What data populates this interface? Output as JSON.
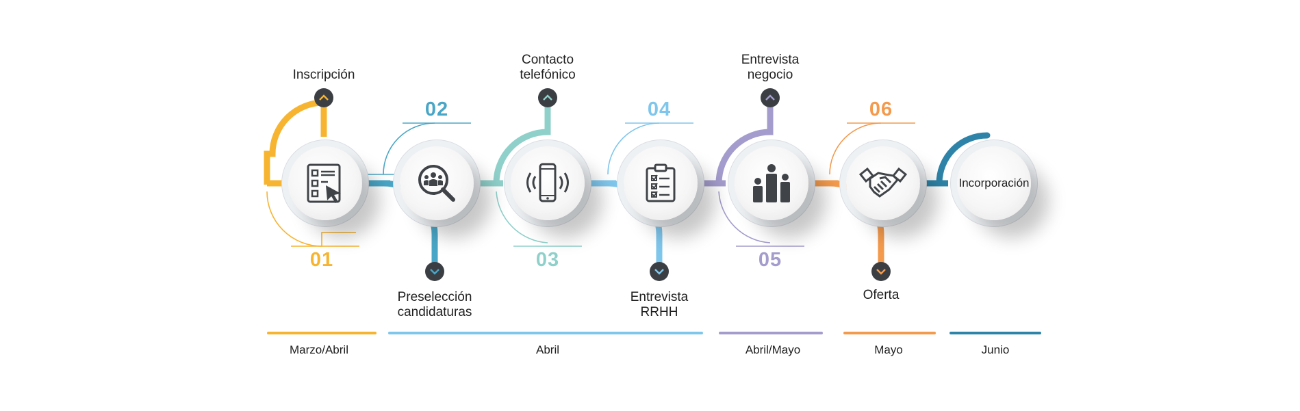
{
  "colors": {
    "s1": "#f6b431",
    "s2": "#4aa6c6",
    "s3": "#8fd0ca",
    "s4": "#7fc6ec",
    "s5": "#a49ccc",
    "s6": "#f39a4d",
    "s7": "#2e84a8",
    "icon": "#404448"
  },
  "steps": [
    {
      "number": "01",
      "label": "Inscripción",
      "icon": "checklist-cursor-icon"
    },
    {
      "number": "02",
      "label": "Preselección candidaturas",
      "icon": "people-search-icon"
    },
    {
      "number": "03",
      "label": "Contacto telefónico",
      "icon": "phone-ring-icon"
    },
    {
      "number": "04",
      "label": "Entrevista RRHH",
      "icon": "clipboard-checklist-icon"
    },
    {
      "number": "05",
      "label": "Entrevista negocio",
      "icon": "podium-people-icon"
    },
    {
      "number": "06",
      "label": "Oferta",
      "icon": "handshake-icon"
    },
    {
      "number": "",
      "label": "Incorporación",
      "icon": ""
    }
  ],
  "labels": {
    "l1": "Inscripción",
    "l2a": "Preselección",
    "l2b": "candidaturas",
    "l3a": "Contacto",
    "l3b": "telefónico",
    "l4a": "Entrevista",
    "l4b": "RRHH",
    "l5a": "Entrevista",
    "l5b": "negocio",
    "l6": "Oferta",
    "l7": "Incorporación"
  },
  "numbers": {
    "n1": "01",
    "n2": "02",
    "n3": "03",
    "n4": "04",
    "n5": "05",
    "n6": "06"
  },
  "periods": [
    "Marzo/Abril",
    "Abril",
    "Abril/Mayo",
    "Mayo",
    "Junio"
  ]
}
